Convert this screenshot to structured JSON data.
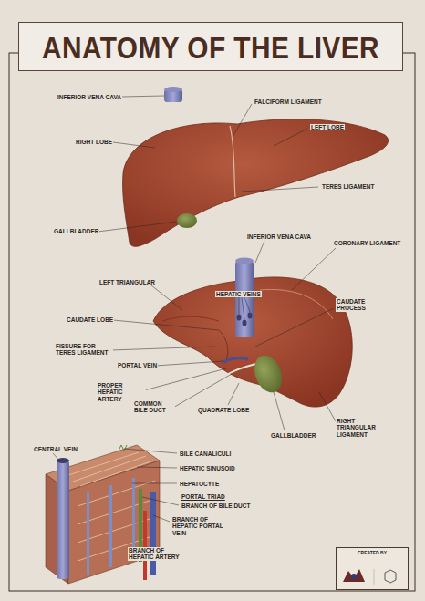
{
  "diagram": {
    "title": "ANATOMY OF THE LIVER",
    "nodes": [
      {
        "text": [
          "CREATED BY"
        ]
      }
    ],
    "labels": [
      "INFERIOR VENA CAVA",
      "FALCIFORM LIGAMENT",
      "RIGHT LOBE",
      "LEFT LOBE",
      "TERES LIGAMENT",
      "GALLBLADDER",
      "INFERIOR VENA CAVA",
      "CORONARY LIGAMENT",
      "HEPATIC VEINS",
      "LEFT TRIANGULAR",
      "CAUDATE PROCESS",
      "CAUDATE LOBE",
      "FISSURE FOR TERES LIGAMENT",
      "PORTAL VEIN",
      "PROPER HEPATIC ARTERY",
      "COMMON BILE DUCT",
      "QUADRATE LOBE",
      "GALLBLADDER",
      "RIGHT TRIANGULAR LIGAMENT",
      "CENTRAL VEIN",
      "BILE CANALICULI",
      "HEPATIC SINUSOID",
      "HEPATOCYTE",
      "PORTAL TRIAD",
      "BRANCH OF BILE DUCT",
      "BRANCH OF HEPATIC PORTAL VEIN",
      "BRANCH OF HEPATIC ARTERY"
    ]
  }
}
